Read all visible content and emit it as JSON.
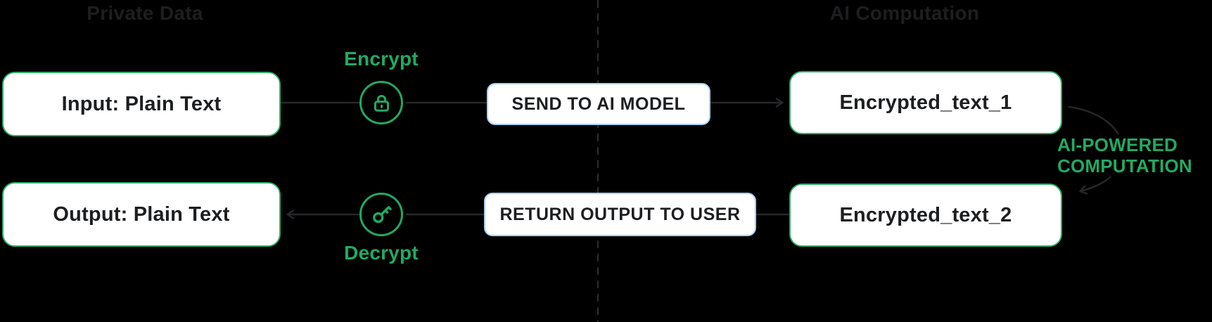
{
  "colors": {
    "background": "#000000",
    "accent_green": "#23a961",
    "box_border_green": "#2fae68",
    "box_border_blue": "#a7cdf3",
    "box_background": "#ffffff",
    "box_text": "#1d1e20",
    "heading_text": "#1d1e20",
    "connector": "#26272a"
  },
  "headings": {
    "left": "Private Data",
    "right": "AI Computation"
  },
  "nodes": {
    "input": "Input: Plain Text",
    "send": "SEND TO AI MODEL",
    "encrypted1": "Encrypted_text_1",
    "encrypted2": "Encrypted_text_2",
    "return": "RETURN OUTPUT TO USER",
    "output": "Output: Plain Text"
  },
  "labels": {
    "encrypt": "Encrypt",
    "decrypt": "Decrypt",
    "ai_powered_line1": "AI-POWERED",
    "ai_powered_line2": "COMPUTATION"
  },
  "icons": {
    "encrypt": "lock-icon",
    "decrypt": "key-icon"
  }
}
